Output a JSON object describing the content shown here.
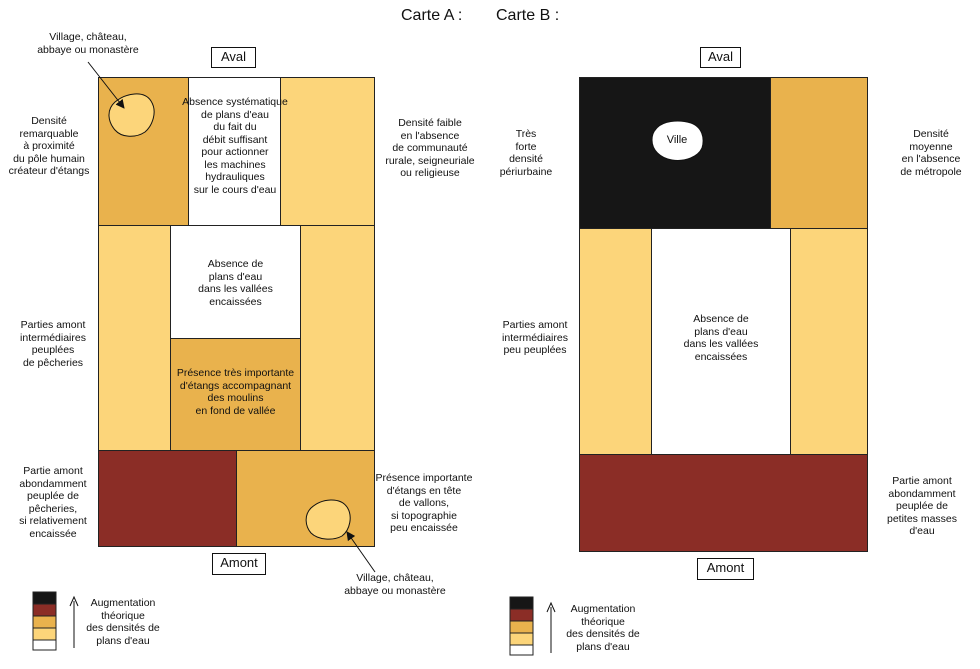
{
  "titles": {
    "a": "Carte A :",
    "b": "Carte B :"
  },
  "map_a": {
    "aval": "Aval",
    "amont": "Amont",
    "callout_top": "Village, château,\nabbaye ou monastère",
    "callout_bottom": "Village, château,\nabbaye ou monastère",
    "left_top": "Densité\nremarquable\nà proximité\ndu pôle humain\ncréateur d'étangs",
    "left_middle": "Parties amont\nintermédiaires\npeuplées\nde pêcheries",
    "left_bottom": "Partie amont\nabondamment\npeuplée de\npêcheries,\nsi relativement\nencaissée",
    "right_top": "Densité faible\nen l'absence\nde communauté\nrurale, seigneuriale\nou religieuse",
    "right_bottom": "Présence importante\nd'étangs en tête\nde vallons,\nsi topographie\npeu encaissée",
    "center_top": "Absence systématique\nde plans d'eau\ndu fait du\ndébit suffisant\npour actionner\nles machines\nhydrauliques\nsur le cours d'eau",
    "center_middle": "Absence de\nplans d'eau\ndans les vallées\nencaissées",
    "center_lower": "Présence très importante\nd'étangs accompagnant\ndes moulins\nen fond de vallée"
  },
  "map_b": {
    "aval": "Aval",
    "amont": "Amont",
    "ville": "Ville",
    "left_top": "Très\nforte\ndensité\npériurbaine",
    "left_middle": "Parties amont\nintermédiaires\npeu peuplées",
    "right_top": "Densité\nmoyenne\nen l'absence\nde métropole",
    "right_bottom": "Partie amont\nabondamment\npeuplée de\npetites masses\nd'eau",
    "center": "Absence de\nplans d'eau\ndans les vallées\nencaissées"
  },
  "legend": {
    "text": "Augmentation\nthéorique\ndes densités de\nplans d'eau"
  },
  "colors": {
    "black": "#161616",
    "dark_red": "#8b2d26",
    "dark_yellow": "#e9b24d",
    "light_yellow": "#fcd57a",
    "white": "#ffffff"
  }
}
